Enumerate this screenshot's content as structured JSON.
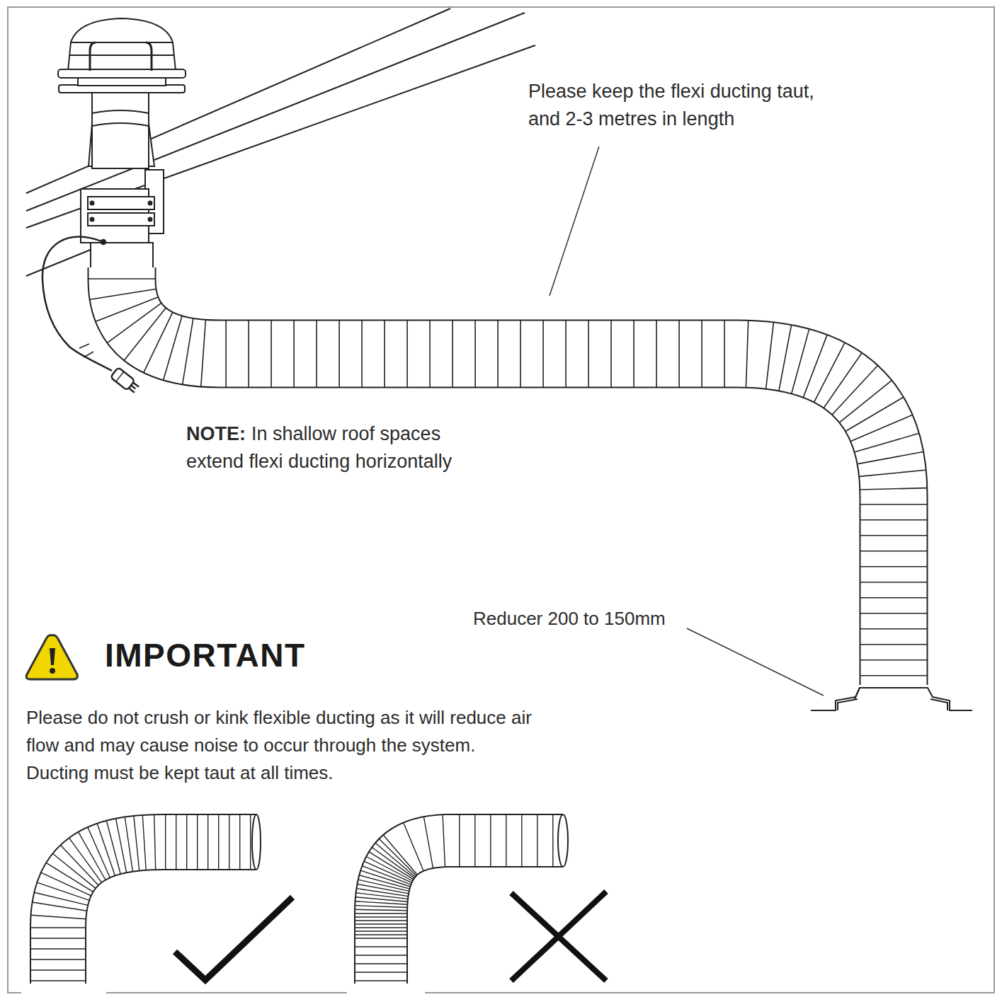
{
  "diagram": {
    "labels": [
      "Please keep the flexi ducting taut, and 2-3 metres in length",
      "NOTE:",
      "In shallow roof spaces extend flexi ducting horizontally",
      "Reducer 200 to 150mm",
      "IMPORTANT",
      "Please do not crush or kink flexible ducting as it will reduce air flow and may cause noise to occur through the system.",
      "Ducting must be kept taut at all times."
    ]
  }
}
